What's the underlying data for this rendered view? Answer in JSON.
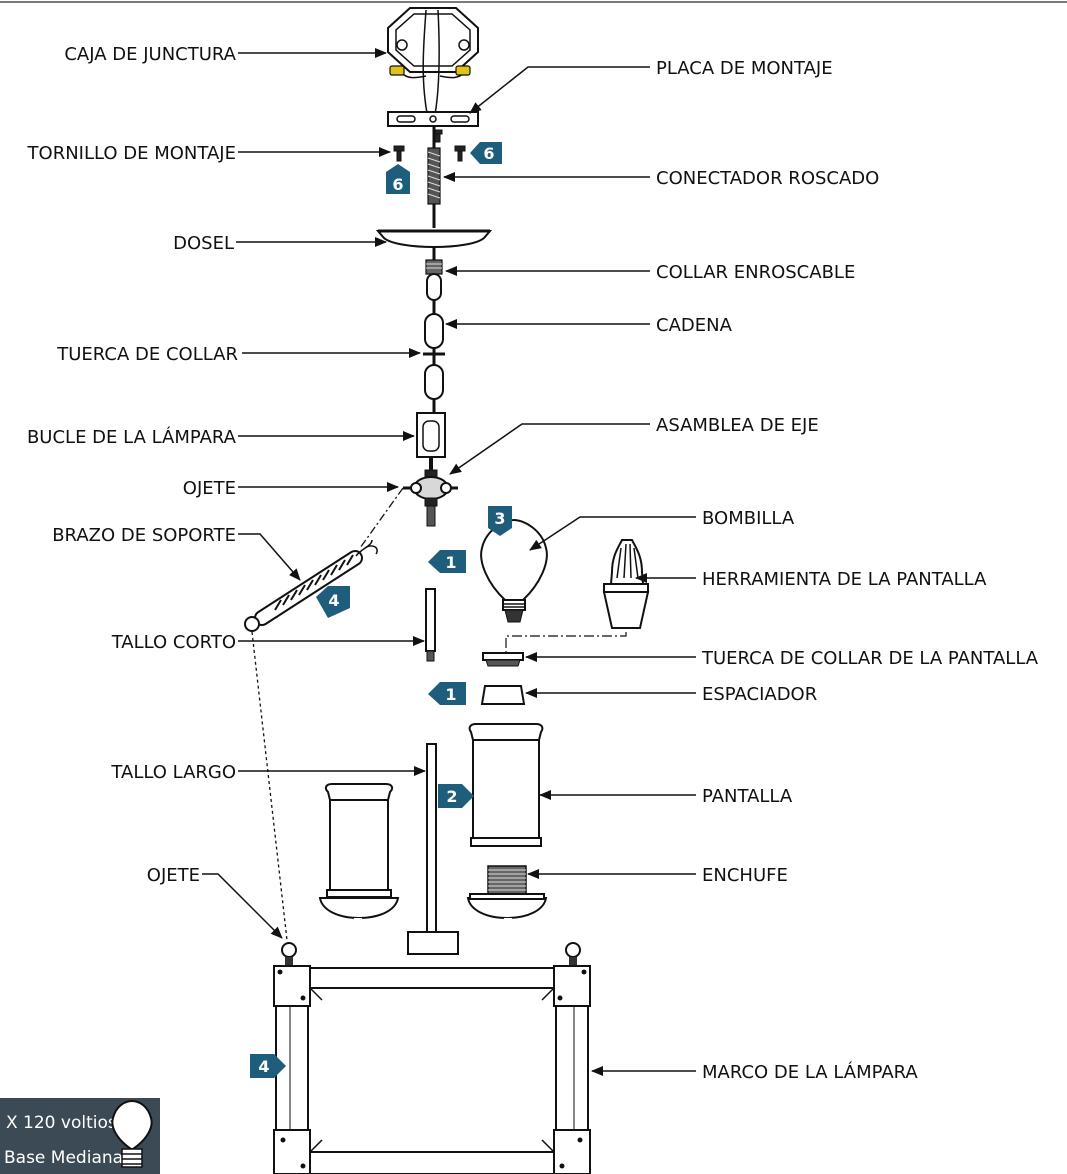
{
  "colors": {
    "step_badge": "#1f5d7c",
    "note_box": "#3b4a54",
    "line": "#111111",
    "top_rule": "#7a7a7a"
  },
  "labels": {
    "caja": "CAJA DE JUNCTURA",
    "placa": "PLACA DE MONTAJE",
    "tornillo": "TORNILLO DE MONTAJE",
    "conector": "CONECTADOR ROSCADO",
    "dosel": "DOSEL",
    "collar": "COLLAR ENROSCABLE",
    "cadena": "CADENA",
    "tuerca": "TUERCA DE COLLAR",
    "bucle": "BUCLE DE LA LÁMPARA",
    "asamblea": "ASAMBLEA DE EJE",
    "ojete_top": "OJETE",
    "bombilla": "BOMBILLA",
    "brazo": "BRAZO DE SOPORTE",
    "herramienta": "HERRAMIENTA DE LA PANTALLA",
    "tallo_corto": "TALLO CORTO",
    "tuerca_pantalla": "TUERCA DE COLLAR DE LA PANTALLA",
    "espaciador": "ESPACIADOR",
    "tallo_largo": "TALLO LARGO",
    "pantalla": "PANTALLA",
    "ojete_bottom": "OJETE",
    "enchufe": "ENCHUFE",
    "marco": "MARCO DE LA LÁMPARA"
  },
  "steps": {
    "s6a": "6",
    "s6b": "6",
    "s3": "3",
    "s1a": "1",
    "s4a": "4",
    "s1b": "1",
    "s2": "2",
    "s4b": "4"
  },
  "note": {
    "line1": "X 120 voltios,",
    "line2": "Base Mediana."
  },
  "icons": {
    "note": "light-bulb-icon"
  }
}
